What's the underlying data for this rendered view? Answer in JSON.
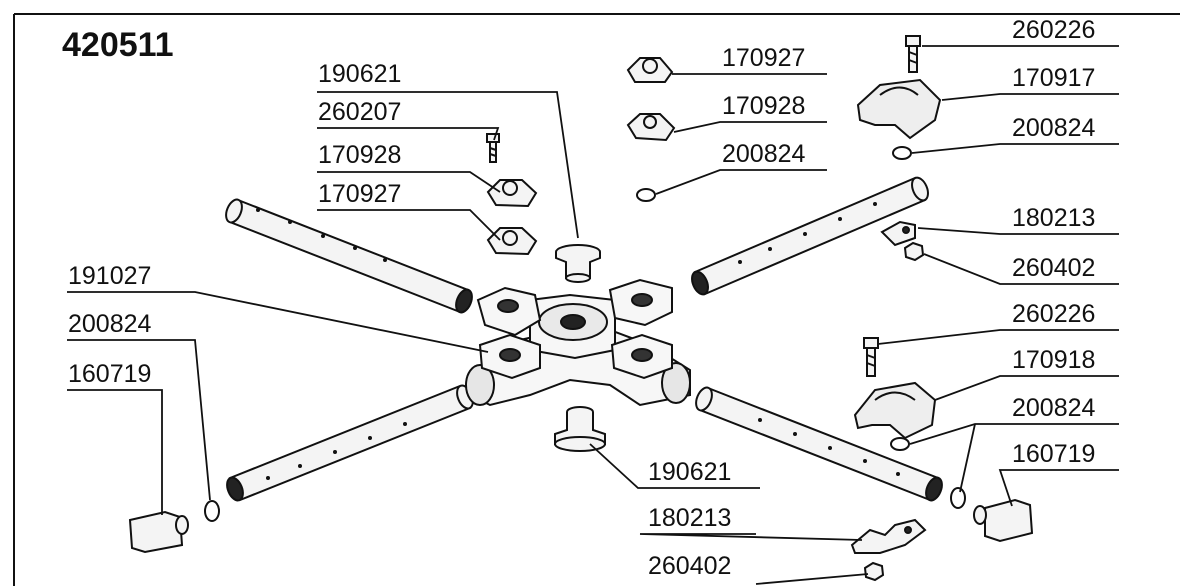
{
  "diagram": {
    "title": "420511",
    "labels": {
      "l190621_top": "190621",
      "l260207": "260207",
      "l170928_left": "170928",
      "l170927_left": "170927",
      "l191027": "191027",
      "l200824_left": "200824",
      "l160719_left": "160719",
      "l170927_top": "170927",
      "l170928_top": "170928",
      "l200824_mid": "200824",
      "l260226_top": "260226",
      "l170917": "170917",
      "l200824_right1": "200824",
      "l180213_right": "180213",
      "l260402_right": "260402",
      "l260226_right": "260226",
      "l170918": "170918",
      "l200824_right2": "200824",
      "l160719_right": "160719",
      "l190621_bottom": "190621",
      "l180213_bottom": "180213",
      "l260402_bottom": "260402"
    }
  }
}
